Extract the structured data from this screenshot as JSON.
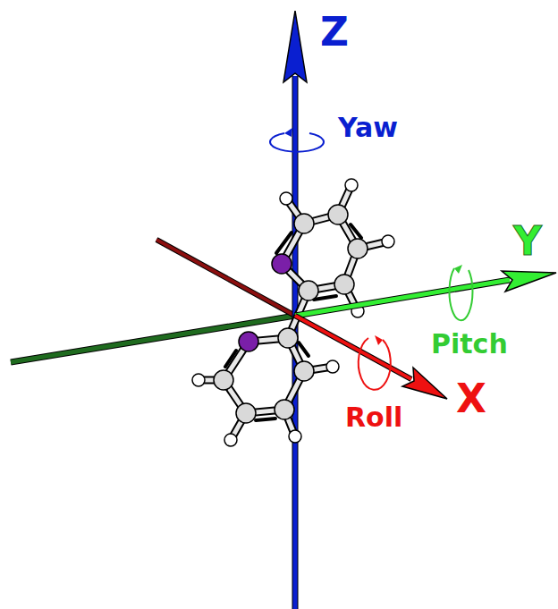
{
  "diagram": {
    "labels": [
      "Z",
      "Yaw",
      "Y",
      "Pitch",
      "X",
      "Roll"
    ]
  }
}
